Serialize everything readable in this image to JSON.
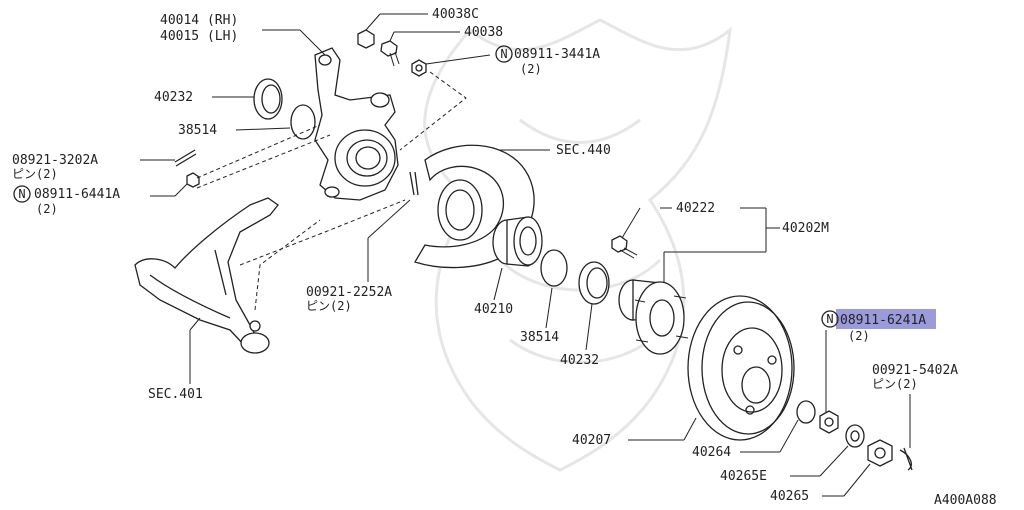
{
  "diagram": {
    "id": "A400A088",
    "highlight_color": "#8a8ad6",
    "callouts": [
      {
        "key": "c40014",
        "lines": [
          "40014 (RH)",
          "40015 (LH)"
        ]
      },
      {
        "key": "c40038C",
        "lines": [
          "40038C"
        ]
      },
      {
        "key": "c40038",
        "lines": [
          "40038"
        ]
      },
      {
        "key": "c34441",
        "lines": [
          "08911-3441A",
          "(2)"
        ],
        "circled": "N"
      },
      {
        "key": "c40232a",
        "lines": [
          "40232"
        ]
      },
      {
        "key": "c38514a",
        "lines": [
          "38514"
        ]
      },
      {
        "key": "c3202",
        "lines": [
          "08921-3202A",
          "ピン(2)"
        ]
      },
      {
        "key": "c6441",
        "lines": [
          "08911-6441A",
          "(2)"
        ],
        "circled": "N"
      },
      {
        "key": "csec440",
        "lines": [
          "SEC.440"
        ]
      },
      {
        "key": "c40222",
        "lines": [
          "40222"
        ]
      },
      {
        "key": "c40202M",
        "lines": [
          "40202M"
        ]
      },
      {
        "key": "c2252",
        "lines": [
          "00921-2252A",
          "ピン(2)"
        ]
      },
      {
        "key": "c40210",
        "lines": [
          "40210"
        ]
      },
      {
        "key": "c38514b",
        "lines": [
          "38514"
        ]
      },
      {
        "key": "c40232b",
        "lines": [
          "40232"
        ]
      },
      {
        "key": "c6241",
        "lines": [
          "08911-6241A",
          "(2)"
        ],
        "circled": "N",
        "highlighted": true
      },
      {
        "key": "c5402",
        "lines": [
          "00921-5402A",
          "ピン(2)"
        ]
      },
      {
        "key": "csec401",
        "lines": [
          "SEC.401"
        ]
      },
      {
        "key": "c40207",
        "lines": [
          "40207"
        ]
      },
      {
        "key": "c40264",
        "lines": [
          "40264"
        ]
      },
      {
        "key": "c40265E",
        "lines": [
          "40265E"
        ]
      },
      {
        "key": "c40265",
        "lines": [
          "40265"
        ]
      }
    ]
  }
}
